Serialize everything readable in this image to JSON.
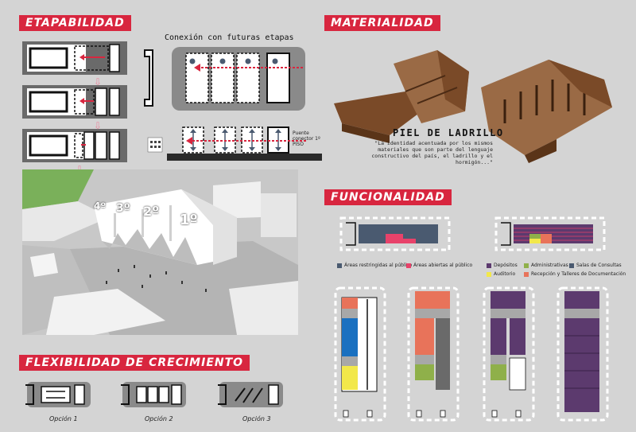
{
  "etapabilidad": {
    "title": "ETAPABILIDAD",
    "conexion_label": "Conexión con futuras etapas",
    "puente_label": "Puente conector 1º PISO",
    "stage_labels": [
      "4º",
      "3º",
      "2º",
      "1º"
    ]
  },
  "materialidad": {
    "title": "MATERIALIDAD",
    "piel_title": "PIEL DE LADRILLO",
    "quote": "\"La identidad acentuada por los mismos materiales que son parte del lenguaje constructivo del país, el ladrillo y el hormigón...\""
  },
  "funcionalidad": {
    "title": "FUNCIONALIDAD",
    "legend_left": [
      {
        "label": "Áreas restringidas al público",
        "color": "#4a5a70"
      },
      {
        "label": "Áreas abiertas al público",
        "color": "#e8426a"
      }
    ],
    "legend_right": [
      {
        "label": "Depósitos",
        "color": "#5c3a6e"
      },
      {
        "label": "Administrativas",
        "color": "#8fb04a"
      },
      {
        "label": "Salas de Consultas",
        "color": "#4a5a70"
      },
      {
        "label": "Auditorio",
        "color": "#f2e84a"
      },
      {
        "label": "Recepción y Talleres de Documentación",
        "color": "#e8735a"
      }
    ]
  },
  "flexibilidad": {
    "title": "FLEXIBILIDAD DE CRECIMIENTO",
    "options": [
      "Opción 1",
      "Opción 2",
      "Opción 3"
    ]
  }
}
